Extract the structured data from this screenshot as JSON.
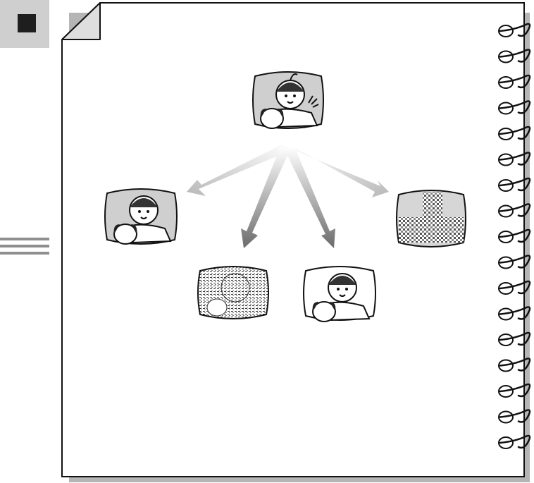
{
  "illustration": {
    "source_screen": "original-picture",
    "effects": [
      "normal",
      "solarize",
      "sepia-or-normal",
      "mosaic"
    ]
  },
  "colors": {
    "page_border": "#111111",
    "page_shadow": "#b5b5b5",
    "tab_bg": "#cfcfcf",
    "tab_square": "#1e1e1e",
    "arrow_light": "#c8c8c8",
    "arrow_dark": "#6b6b6b"
  }
}
